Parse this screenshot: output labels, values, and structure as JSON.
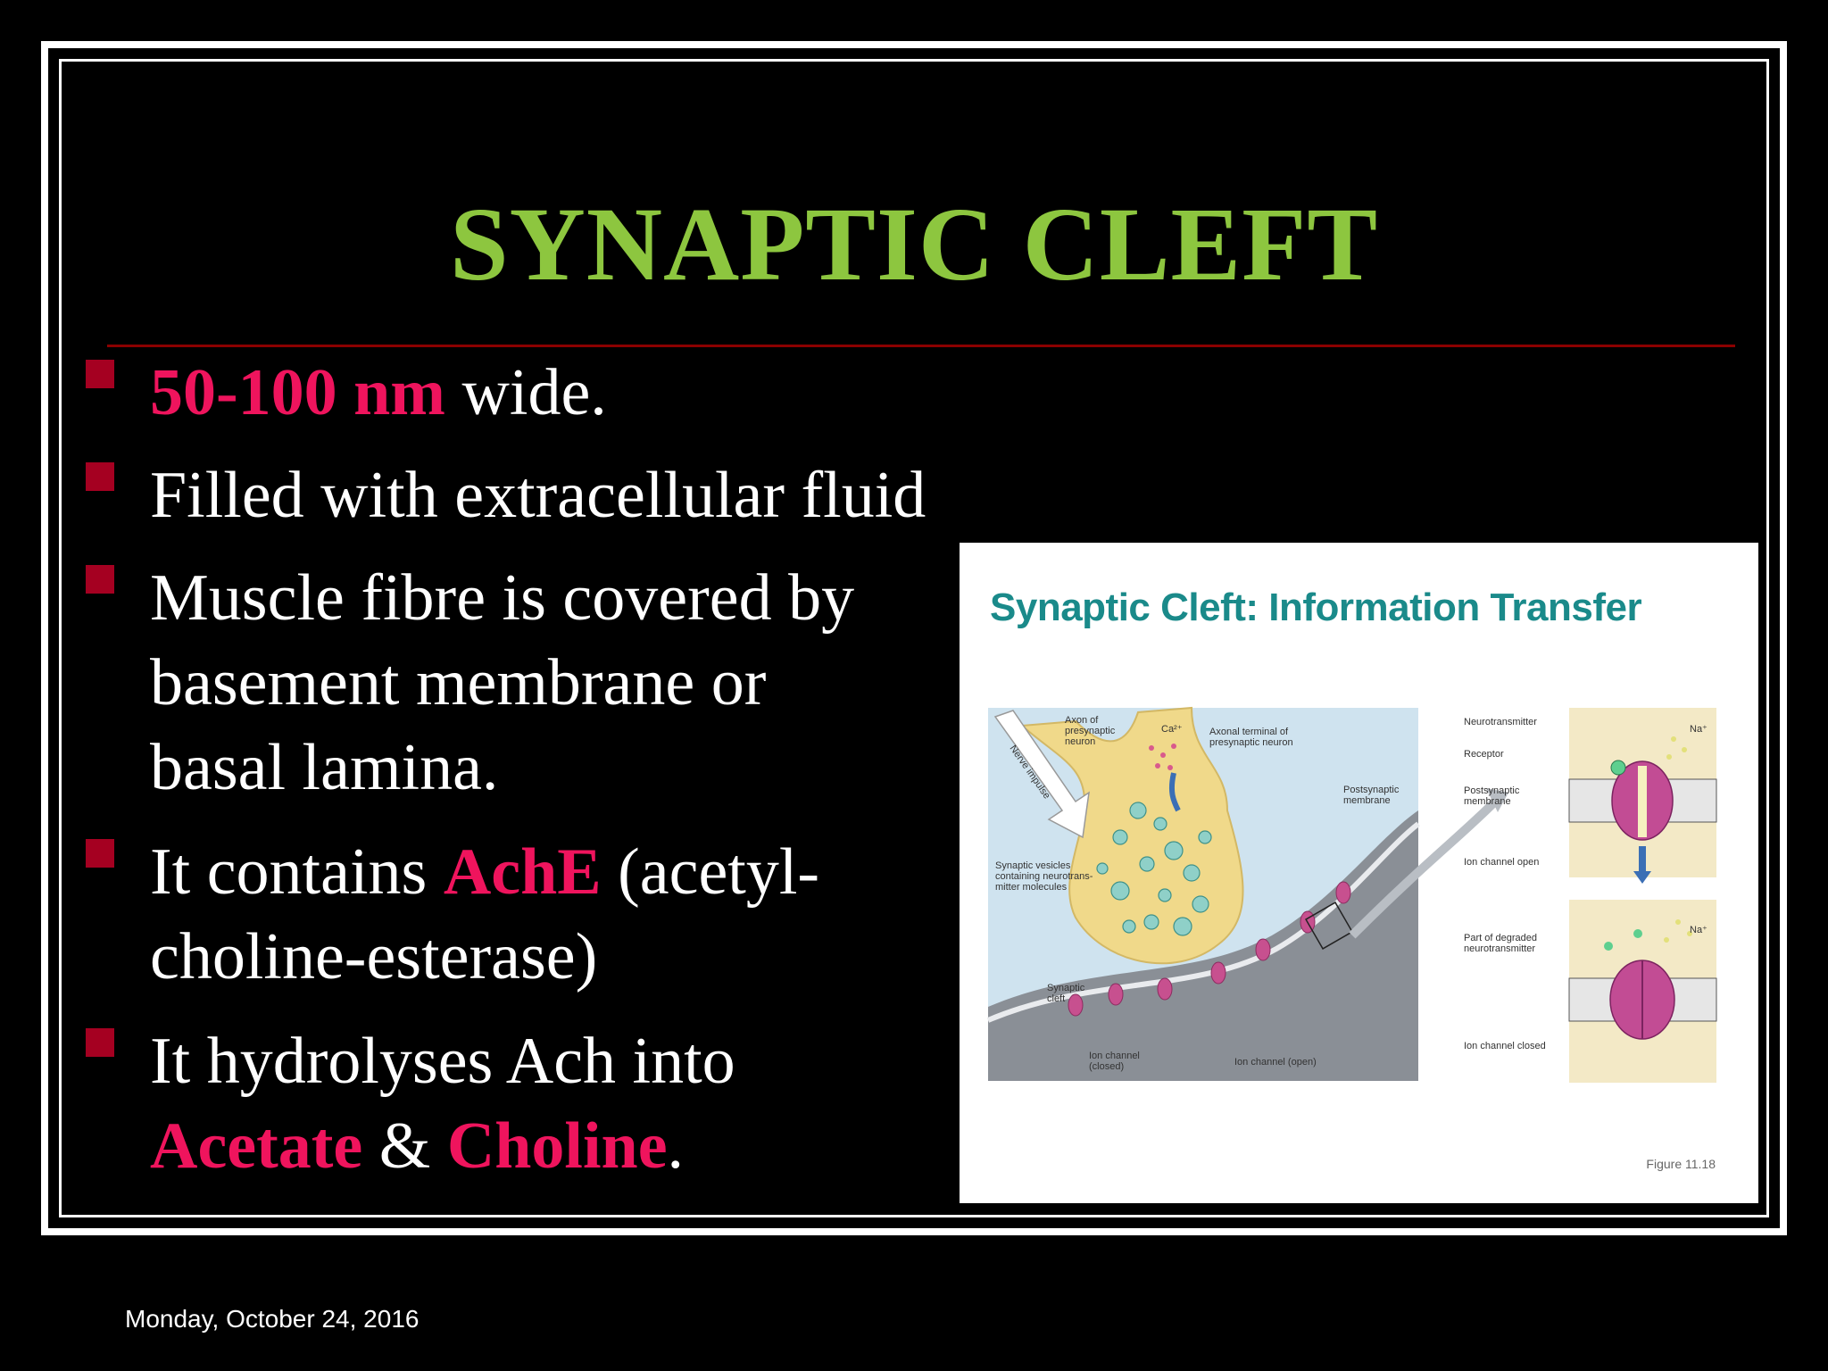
{
  "slide": {
    "title": "SYNAPTIC CLEFT",
    "bullets": [
      {
        "parts": [
          {
            "text": "50-100 nm",
            "hl": true
          },
          {
            "text": " wide.",
            "hl": false
          }
        ]
      },
      {
        "parts": [
          {
            "text": "Filled with extracellular fluid",
            "hl": false
          }
        ]
      },
      {
        "parts": [
          {
            "text": "Muscle fibre is covered by",
            "hl": false
          }
        ]
      },
      {
        "parts": [
          {
            "text": "basement membrane or",
            "hl": false
          }
        ]
      },
      {
        "parts": [
          {
            "text": "basal lamina.",
            "hl": false
          }
        ]
      },
      {
        "parts": [
          {
            "text": "It contains ",
            "hl": false
          },
          {
            "text": "AchE",
            "hl": true
          },
          {
            "text": " (acetyl-",
            "hl": false
          }
        ]
      },
      {
        "parts": [
          {
            "text": "choline-esterase)",
            "hl": false
          }
        ]
      },
      {
        "parts": [
          {
            "text": "It hydrolyses Ach into",
            "hl": false
          }
        ]
      },
      {
        "parts": [
          {
            "text": "Acetate",
            "hl": true
          },
          {
            "text": " & ",
            "hl": false
          },
          {
            "text": "Choline",
            "hl": true
          },
          {
            "text": ".",
            "hl": false
          }
        ]
      }
    ],
    "footer_date": "Monday, October 24, 2016"
  },
  "figure": {
    "title": "Synaptic Cleft: Information Transfer",
    "caption": "Figure 11.18",
    "labels": {
      "axon": "Axon of",
      "axon2": "presynaptic",
      "axon3": "neuron",
      "ca": "Ca²⁺",
      "terminal": "Axonal terminal of",
      "terminal2": "presynaptic neuron",
      "postsyn": "Postsynaptic",
      "postsyn2": "membrane",
      "vesicles": "Synaptic vesicles",
      "vesicles2": "containing neurotrans-",
      "vesicles3": "mitter molecules",
      "cleft": "Synaptic",
      "cleft2": "cleft",
      "ion_closed": "Ion channel",
      "ion_closed2": "(closed)",
      "ion_open": "Ion channel (open)",
      "impulse": "Nerve impulse",
      "nt": "Neurotransmitter",
      "receptor": "Receptor",
      "pm": "Postsynaptic",
      "pm2": "membrane",
      "ico": "Ion channel open",
      "na": "Na⁺",
      "degraded": "Part of degraded",
      "degraded2": "neurotransmitter",
      "na2": "Na⁺",
      "icc": "Ion channel closed"
    }
  }
}
